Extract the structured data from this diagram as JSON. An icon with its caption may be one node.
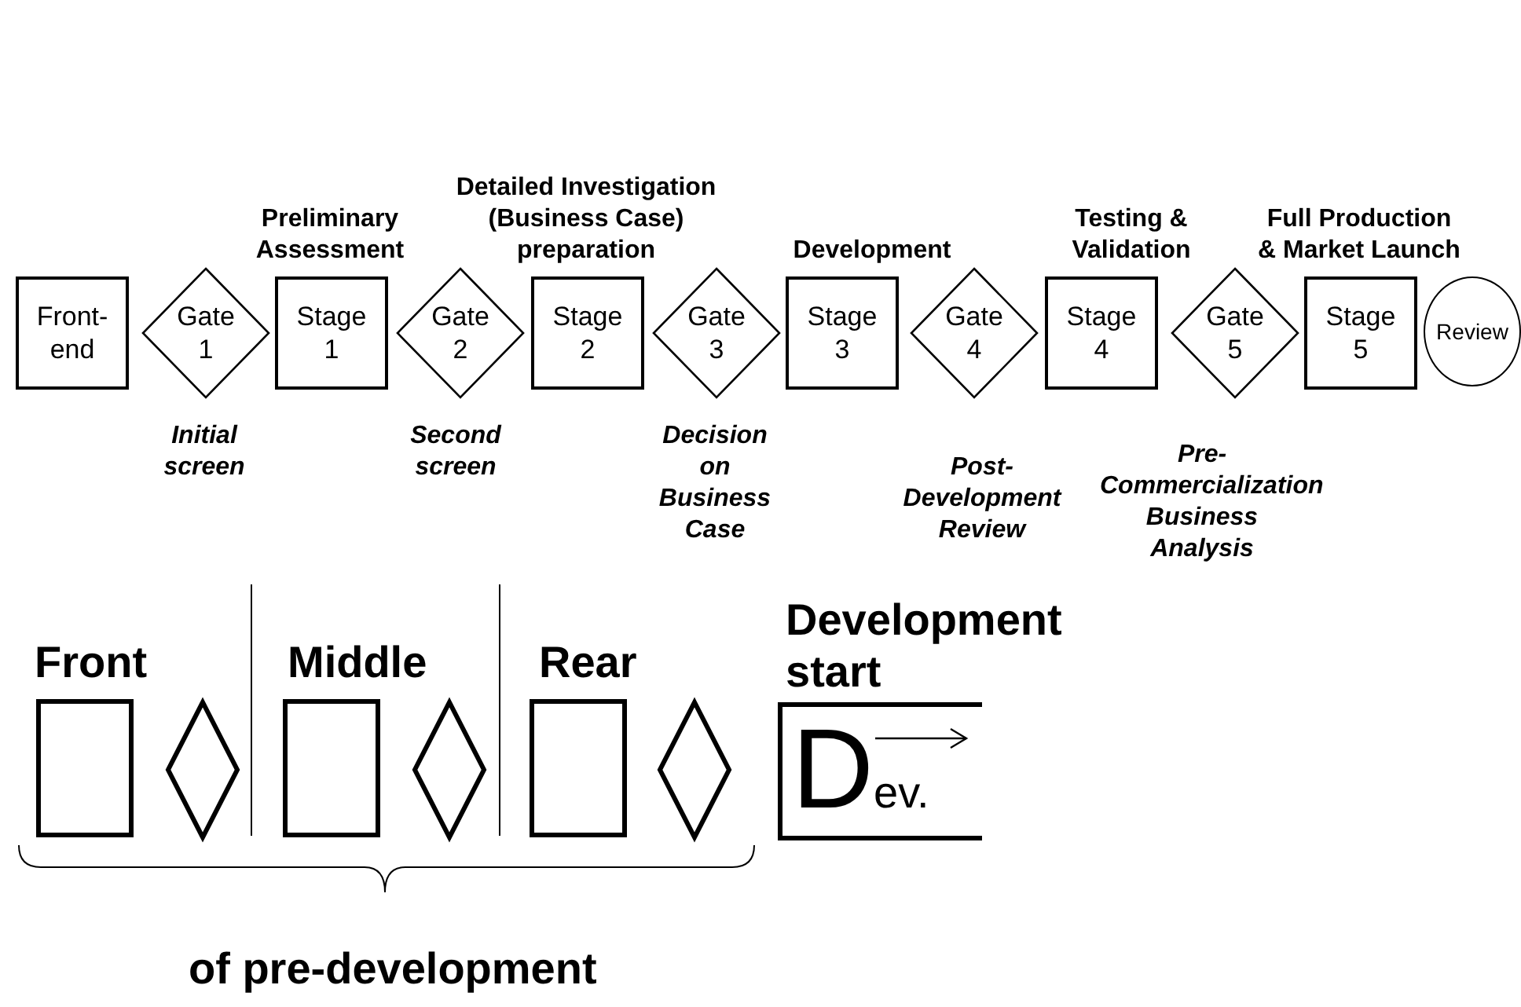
{
  "diagram": {
    "nodes": [
      {
        "text": [
          "Front-end"
        ]
      },
      {
        "text": [
          "Gate 1"
        ],
        "beside": [
          "Initial screen"
        ]
      },
      {
        "text": [
          "Preliminary Assessment",
          "Stage 1"
        ]
      },
      {
        "text": [
          "Gate 2"
        ],
        "beside": [
          "Second screen"
        ]
      },
      {
        "text": [
          "Detailed Investigation (Business Case) preparation",
          "Stage 2"
        ]
      },
      {
        "text": [
          "Gate 3"
        ],
        "beside": [
          "Decision on Business Case"
        ]
      },
      {
        "text": [
          "Development",
          "Stage 3"
        ]
      },
      {
        "text": [
          "Gate 4"
        ],
        "beside": [
          "Post-Development Review"
        ]
      },
      {
        "text": [
          "Testing & Validation",
          "Stage 4"
        ]
      },
      {
        "text": [
          "Gate 5"
        ],
        "beside": [
          "Pre-Commercialization Business Analysis"
        ]
      },
      {
        "text": [
          "Full Production & Market Launch",
          "Stage 5"
        ]
      },
      {
        "text": [
          "Review"
        ]
      },
      {
        "text": [],
        "shape": "box"
      },
      {
        "text": [],
        "shape": "diamond"
      },
      {
        "text": [],
        "shape": "box"
      },
      {
        "text": [],
        "shape": "diamond"
      },
      {
        "text": [],
        "shape": "box"
      },
      {
        "text": [],
        "shape": "diamond"
      },
      {
        "text": [
          "Dev."
        ]
      }
    ],
    "labels": [
      "Development start",
      "Front",
      "Middle",
      "Rear",
      "of pre-development"
    ]
  }
}
